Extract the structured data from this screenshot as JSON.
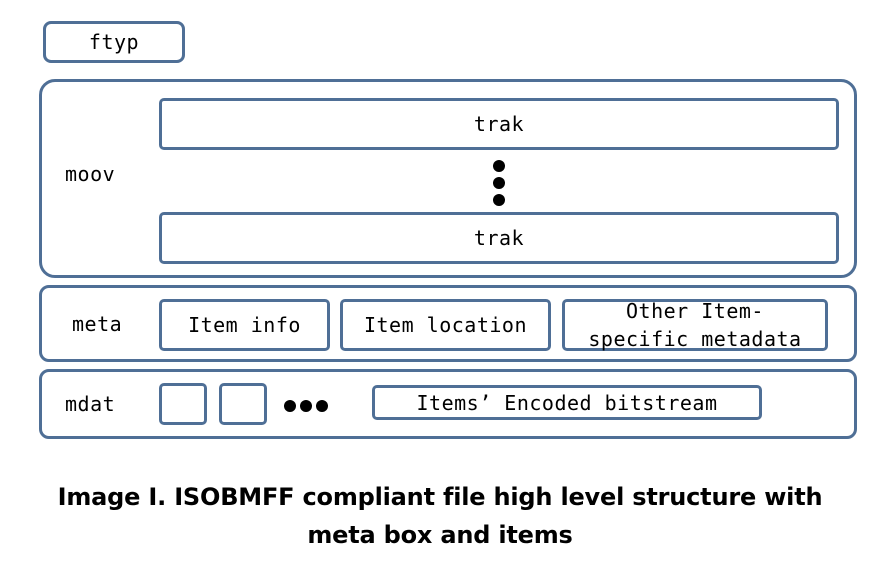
{
  "ftyp": {
    "label": "ftyp"
  },
  "moov": {
    "label": "moov",
    "trak_top": "trak",
    "trak_bottom": "trak"
  },
  "meta": {
    "label": "meta",
    "item_info": "Item info",
    "item_location": "Item location",
    "other_line1": "Other Item-",
    "other_line2": "specific metadata"
  },
  "mdat": {
    "label": "mdat",
    "bitstream": "Items’ Encoded bitstream"
  },
  "caption": {
    "line1": "Image I. ISOBMFF compliant file high level structure with",
    "line2": "meta box and items"
  },
  "colors": {
    "box_border": "#4f6f96"
  }
}
